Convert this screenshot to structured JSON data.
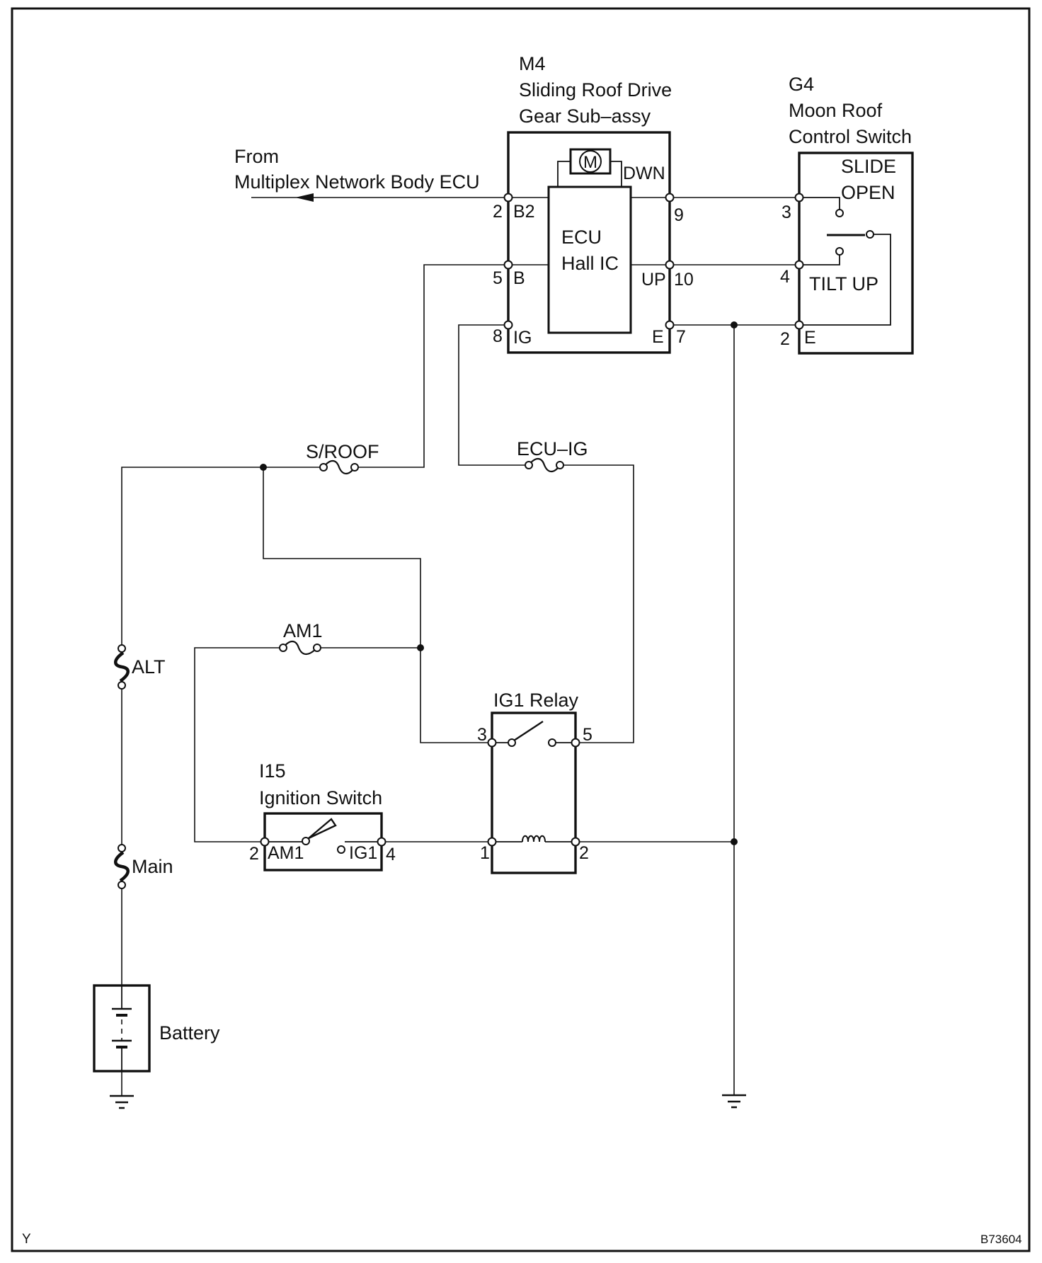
{
  "diagram": {
    "source_arrow_label": [
      "From",
      "Multiplex Network Body ECU"
    ],
    "components": {
      "m4": {
        "id": "M4",
        "name_lines": [
          "Sliding Roof Drive",
          "Gear Sub–assy"
        ],
        "motor": "M",
        "ecu_lines": [
          "ECU",
          "Hall IC"
        ],
        "pins": {
          "p2": "2",
          "b2": "B2",
          "p5": "5",
          "b": "B",
          "p8": "8",
          "ig": "IG",
          "p9": "9",
          "dwn": "DWN",
          "p10": "10",
          "up": "UP",
          "p7": "7",
          "e": "E"
        }
      },
      "g4": {
        "id": "G4",
        "name_lines": [
          "Moon Roof",
          "Control Switch"
        ],
        "slide": "SLIDE",
        "open": "OPEN",
        "tilt": "TILT UP",
        "pins": {
          "p3": "3",
          "p4": "4",
          "p2": "2",
          "e": "E"
        }
      },
      "i15": {
        "id": "I15",
        "name": "Ignition Switch",
        "pins": {
          "p2": "2",
          "am1": "AM1",
          "ig1": "IG1",
          "p4": "4"
        }
      },
      "ig1_relay": {
        "name": "IG1 Relay",
        "pins": {
          "p3": "3",
          "p5": "5",
          "p1": "1",
          "p2": "2"
        }
      },
      "battery": {
        "name": "Battery"
      }
    },
    "fuses": {
      "sroof": "S/ROOF",
      "ecu_ig": "ECU–IG",
      "am1": "AM1",
      "alt": "ALT",
      "main": "Main"
    },
    "corner_code": "Y",
    "figure_code": "B73604"
  }
}
